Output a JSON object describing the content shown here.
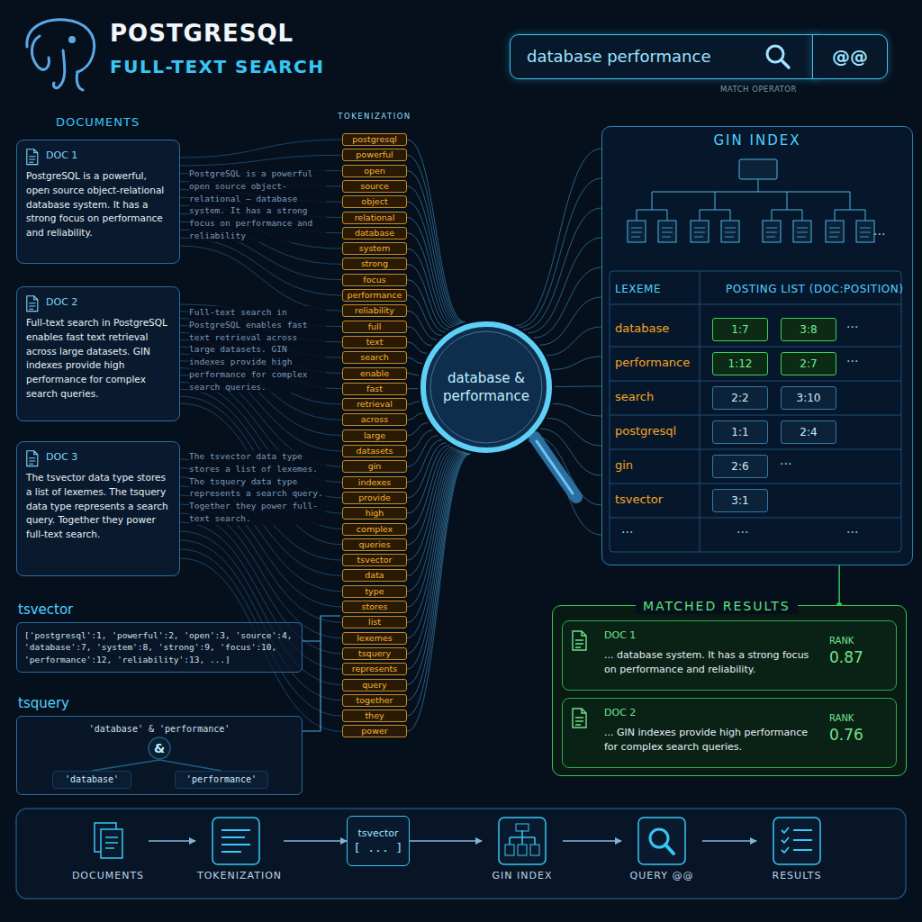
{
  "diagram": {
    "title": "POSTGRESQL",
    "nodes": [
      {
        "text": [
          "database performance"
        ]
      },
      {
        "text": [
          "@@"
        ]
      },
      {
        "text": [
          "DOC 1",
          "PostgreSQL is a powerful, open source object-relational database system. It has a strong focus on performance and reliability."
        ]
      },
      {
        "text": [
          "DOC 2",
          "Full-text search in PostgreSQL enables fast text retrieval across large datasets. GIN indexes provide high performance for complex search queries."
        ]
      },
      {
        "text": [
          "DOC 3",
          "The tsvector data type stores a list of lexemes. The tsquery data type represents a search query. Together they power full-text search."
        ]
      },
      {
        "text": [
          "postgresql"
        ]
      },
      {
        "text": [
          "powerful"
        ]
      },
      {
        "text": [
          "open"
        ]
      },
      {
        "text": [
          "source"
        ]
      },
      {
        "text": [
          "object"
        ]
      },
      {
        "text": [
          "relational"
        ]
      },
      {
        "text": [
          "database"
        ]
      },
      {
        "text": [
          "system"
        ]
      },
      {
        "text": [
          "strong"
        ]
      },
      {
        "text": [
          "focus"
        ]
      },
      {
        "text": [
          "performance"
        ]
      },
      {
        "text": [
          "reliability"
        ]
      },
      {
        "text": [
          "full"
        ]
      },
      {
        "text": [
          "text"
        ]
      },
      {
        "text": [
          "search"
        ]
      },
      {
        "text": [
          "enable"
        ]
      },
      {
        "text": [
          "fast"
        ]
      },
      {
        "text": [
          "retrieval"
        ]
      },
      {
        "text": [
          "across"
        ]
      },
      {
        "text": [
          "large"
        ]
      },
      {
        "text": [
          "datasets"
        ]
      },
      {
        "text": [
          "gin"
        ]
      },
      {
        "text": [
          "indexes"
        ]
      },
      {
        "text": [
          "provide"
        ]
      },
      {
        "text": [
          "high"
        ]
      },
      {
        "text": [
          "complex"
        ]
      },
      {
        "text": [
          "queries"
        ]
      },
      {
        "text": [
          "tsvector"
        ]
      },
      {
        "text": [
          "data"
        ]
      },
      {
        "text": [
          "type"
        ]
      },
      {
        "text": [
          "stores"
        ]
      },
      {
        "text": [
          "list"
        ]
      },
      {
        "text": [
          "lexemes"
        ]
      },
      {
        "text": [
          "tsquery"
        ]
      },
      {
        "text": [
          "represents"
        ]
      },
      {
        "text": [
          "query"
        ]
      },
      {
        "text": [
          "together"
        ]
      },
      {
        "text": [
          "they"
        ]
      },
      {
        "text": [
          "power"
        ]
      },
      {
        "text": [
          "database & performance"
        ]
      },
      {
        "text": [
          "GIN INDEX"
        ]
      },
      {
        "text": [
          "1:7"
        ],
        "in": 45
      },
      {
        "text": [
          "3:8"
        ],
        "in": 45
      },
      {
        "text": [
          "1:12"
        ],
        "in": 45
      },
      {
        "text": [
          "2:7"
        ],
        "in": 45
      },
      {
        "text": [
          "2:2"
        ],
        "in": 45
      },
      {
        "text": [
          "3:10"
        ],
        "in": 45
      },
      {
        "text": [
          "1:1"
        ],
        "in": 45
      },
      {
        "text": [
          "2:4"
        ],
        "in": 45
      },
      {
        "text": [
          "2:6"
        ],
        "in": 45
      },
      {
        "text": [
          "3:1"
        ],
        "in": 45
      },
      {
        "text": [
          "MATCHED RESULTS"
        ]
      },
      {
        "text": [
          "DOC 1",
          "... database system. It has a strong focus on performance and reliability.",
          "RANK",
          "0.87"
        ],
        "in": 56
      },
      {
        "text": [
          "DOC 2",
          "... GIN indexes provide high performance for complex search queries.",
          "RANK",
          "0.76"
        ],
        "in": 56
      },
      {
        "text": [
          "tsvector",
          "['postgresql':1, 'powerful':2, 'open':3, 'source':4, 'database':7, 'system':8, 'strong':9, 'focus':10, 'performance':12, 'reliability':13, ...]"
        ]
      },
      {
        "text": [
          "tsquery",
          "'database' & 'performance'"
        ]
      },
      {
        "text": [
          "&"
        ],
        "in": 60
      },
      {
        "text": [
          "'database'"
        ],
        "in": 60
      },
      {
        "text": [
          "'performance'"
        ],
        "in": 60
      },
      {
        "text": [
          "DOCUMENTS"
        ]
      },
      {
        "text": [
          "TOKENIZATION"
        ]
      },
      {
        "text": [
          "tsvector",
          "[ ... ]"
        ]
      },
      {
        "text": [
          "GIN INDEX"
        ]
      },
      {
        "text": [
          "QUERY @@"
        ]
      },
      {
        "text": [
          "RESULTS"
        ]
      }
    ],
    "edges": [
      {
        "from": 45,
        "to": 56,
        "arrow": "none"
      },
      {
        "from": 61,
        "to": 62,
        "arrow": "none"
      },
      {
        "from": 61,
        "to": 63,
        "arrow": "none"
      },
      {
        "from": 64,
        "to": 65,
        "arrow": "to"
      },
      {
        "from": 65,
        "to": 66,
        "arrow": "to"
      },
      {
        "from": 66,
        "to": 67,
        "arrow": "to"
      },
      {
        "from": 67,
        "to": 68,
        "arrow": "to"
      },
      {
        "from": 68,
        "to": 69,
        "arrow": "to"
      }
    ],
    "labels": [
      "FULL-TEXT SEARCH",
      "MATCH OPERATOR",
      "DOCUMENTS",
      "TOKENIZATION",
      "PostgreSQL is a powerful open source object-relational – database system. It has a strong focus on performance and reliability",
      "Full-text search in PostgreSQL enables fast text retrieval across large datasets. GIN indexes provide high performance for complex search queries.",
      "The tsvector data type stores a list of lexemes. The tsquery data type represents a search query. Together they power full-text search.",
      "LEXEME",
      "POSTING LIST (DOC:POSITION)",
      "database",
      "performance",
      "search",
      "postgresql",
      "gin",
      "tsvector",
      "···",
      "···",
      "···",
      "···",
      "···",
      "···",
      "···"
    ]
  }
}
